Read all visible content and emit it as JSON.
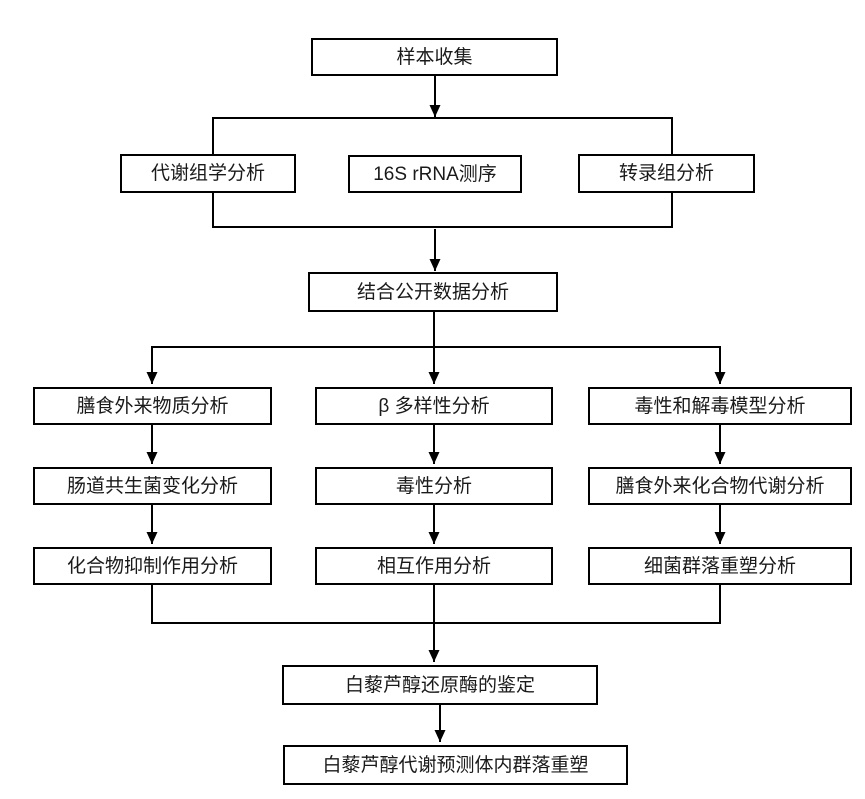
{
  "diagram": {
    "background_color": "#ffffff",
    "line_color": "#000000",
    "box_border_color": "#000000",
    "text_color": "#1a1a1a",
    "nodes": {
      "sample_collection": "样本收集",
      "metabolomics": "代谢组学分析",
      "rrna_sequencing": "16S rRNA测序",
      "transcriptomics": "转录组分析",
      "public_data": "结合公开数据分析",
      "left_column": [
        "膳食外来物质分析",
        "肠道共生菌变化分析",
        "化合物抑制作用分析"
      ],
      "middle_column": [
        "β 多样性分析",
        "毒性分析",
        "相互作用分析"
      ],
      "right_column": [
        "毒性和解毒模型分析",
        "膳食外来化合物代谢分析",
        "细菌群落重塑分析"
      ],
      "reductase_identification": "白藜芦醇还原酶的鉴定",
      "final_prediction": "白藜芦醇代谢预测体内群落重塑"
    },
    "edges": [
      {
        "from": "样本收集",
        "to": "代谢组学分析 / 16S rRNA测序 / 转录组分析"
      },
      {
        "from": "代谢组学分析 / 16S rRNA测序 / 转录组分析",
        "to": "结合公开数据分析"
      },
      {
        "from": "结合公开数据分析",
        "to": "膳食外来物质分析"
      },
      {
        "from": "结合公开数据分析",
        "to": "β 多样性分析"
      },
      {
        "from": "结合公开数据分析",
        "to": "毒性和解毒模型分析"
      },
      {
        "from": "膳食外来物质分析",
        "to": "肠道共生菌变化分析"
      },
      {
        "from": "肠道共生菌变化分析",
        "to": "化合物抑制作用分析"
      },
      {
        "from": "β 多样性分析",
        "to": "毒性分析"
      },
      {
        "from": "毒性分析",
        "to": "相互作用分析"
      },
      {
        "from": "毒性和解毒模型分析",
        "to": "膳食外来化合物代谢分析"
      },
      {
        "from": "膳食外来化合物代谢分析",
        "to": "细菌群落重塑分析"
      },
      {
        "from": "化合物抑制作用分析 / 相互作用分析 / 细菌群落重塑分析",
        "to": "白藜芦醇还原酶的鉴定"
      },
      {
        "from": "白藜芦醇还原酶的鉴定",
        "to": "白藜芦醇代谢预测体内群落重塑"
      }
    ]
  }
}
